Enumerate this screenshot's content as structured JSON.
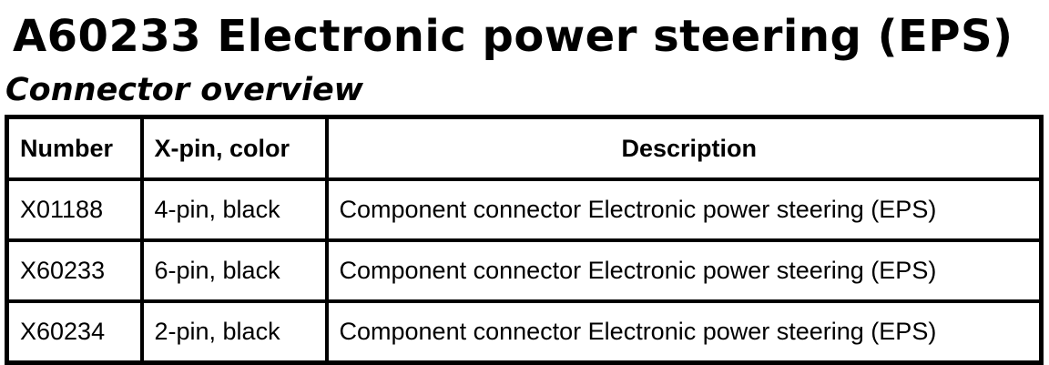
{
  "page": {
    "title": "A60233 Electronic power steering (EPS)",
    "subtitle": "Connector overview"
  },
  "table": {
    "headers": {
      "number": "Number",
      "xpin": "X-pin, color",
      "description": "Description"
    },
    "rows": [
      {
        "number": "X01188",
        "xpin": "4-pin, black",
        "description": "Component connector Electronic power steering (EPS)"
      },
      {
        "number": "X60233",
        "xpin": "6-pin, black",
        "description": "Component connector Electronic power steering (EPS)"
      },
      {
        "number": "X60234",
        "xpin": "2-pin, black",
        "description": "Component connector Electronic power steering (EPS)"
      }
    ]
  }
}
